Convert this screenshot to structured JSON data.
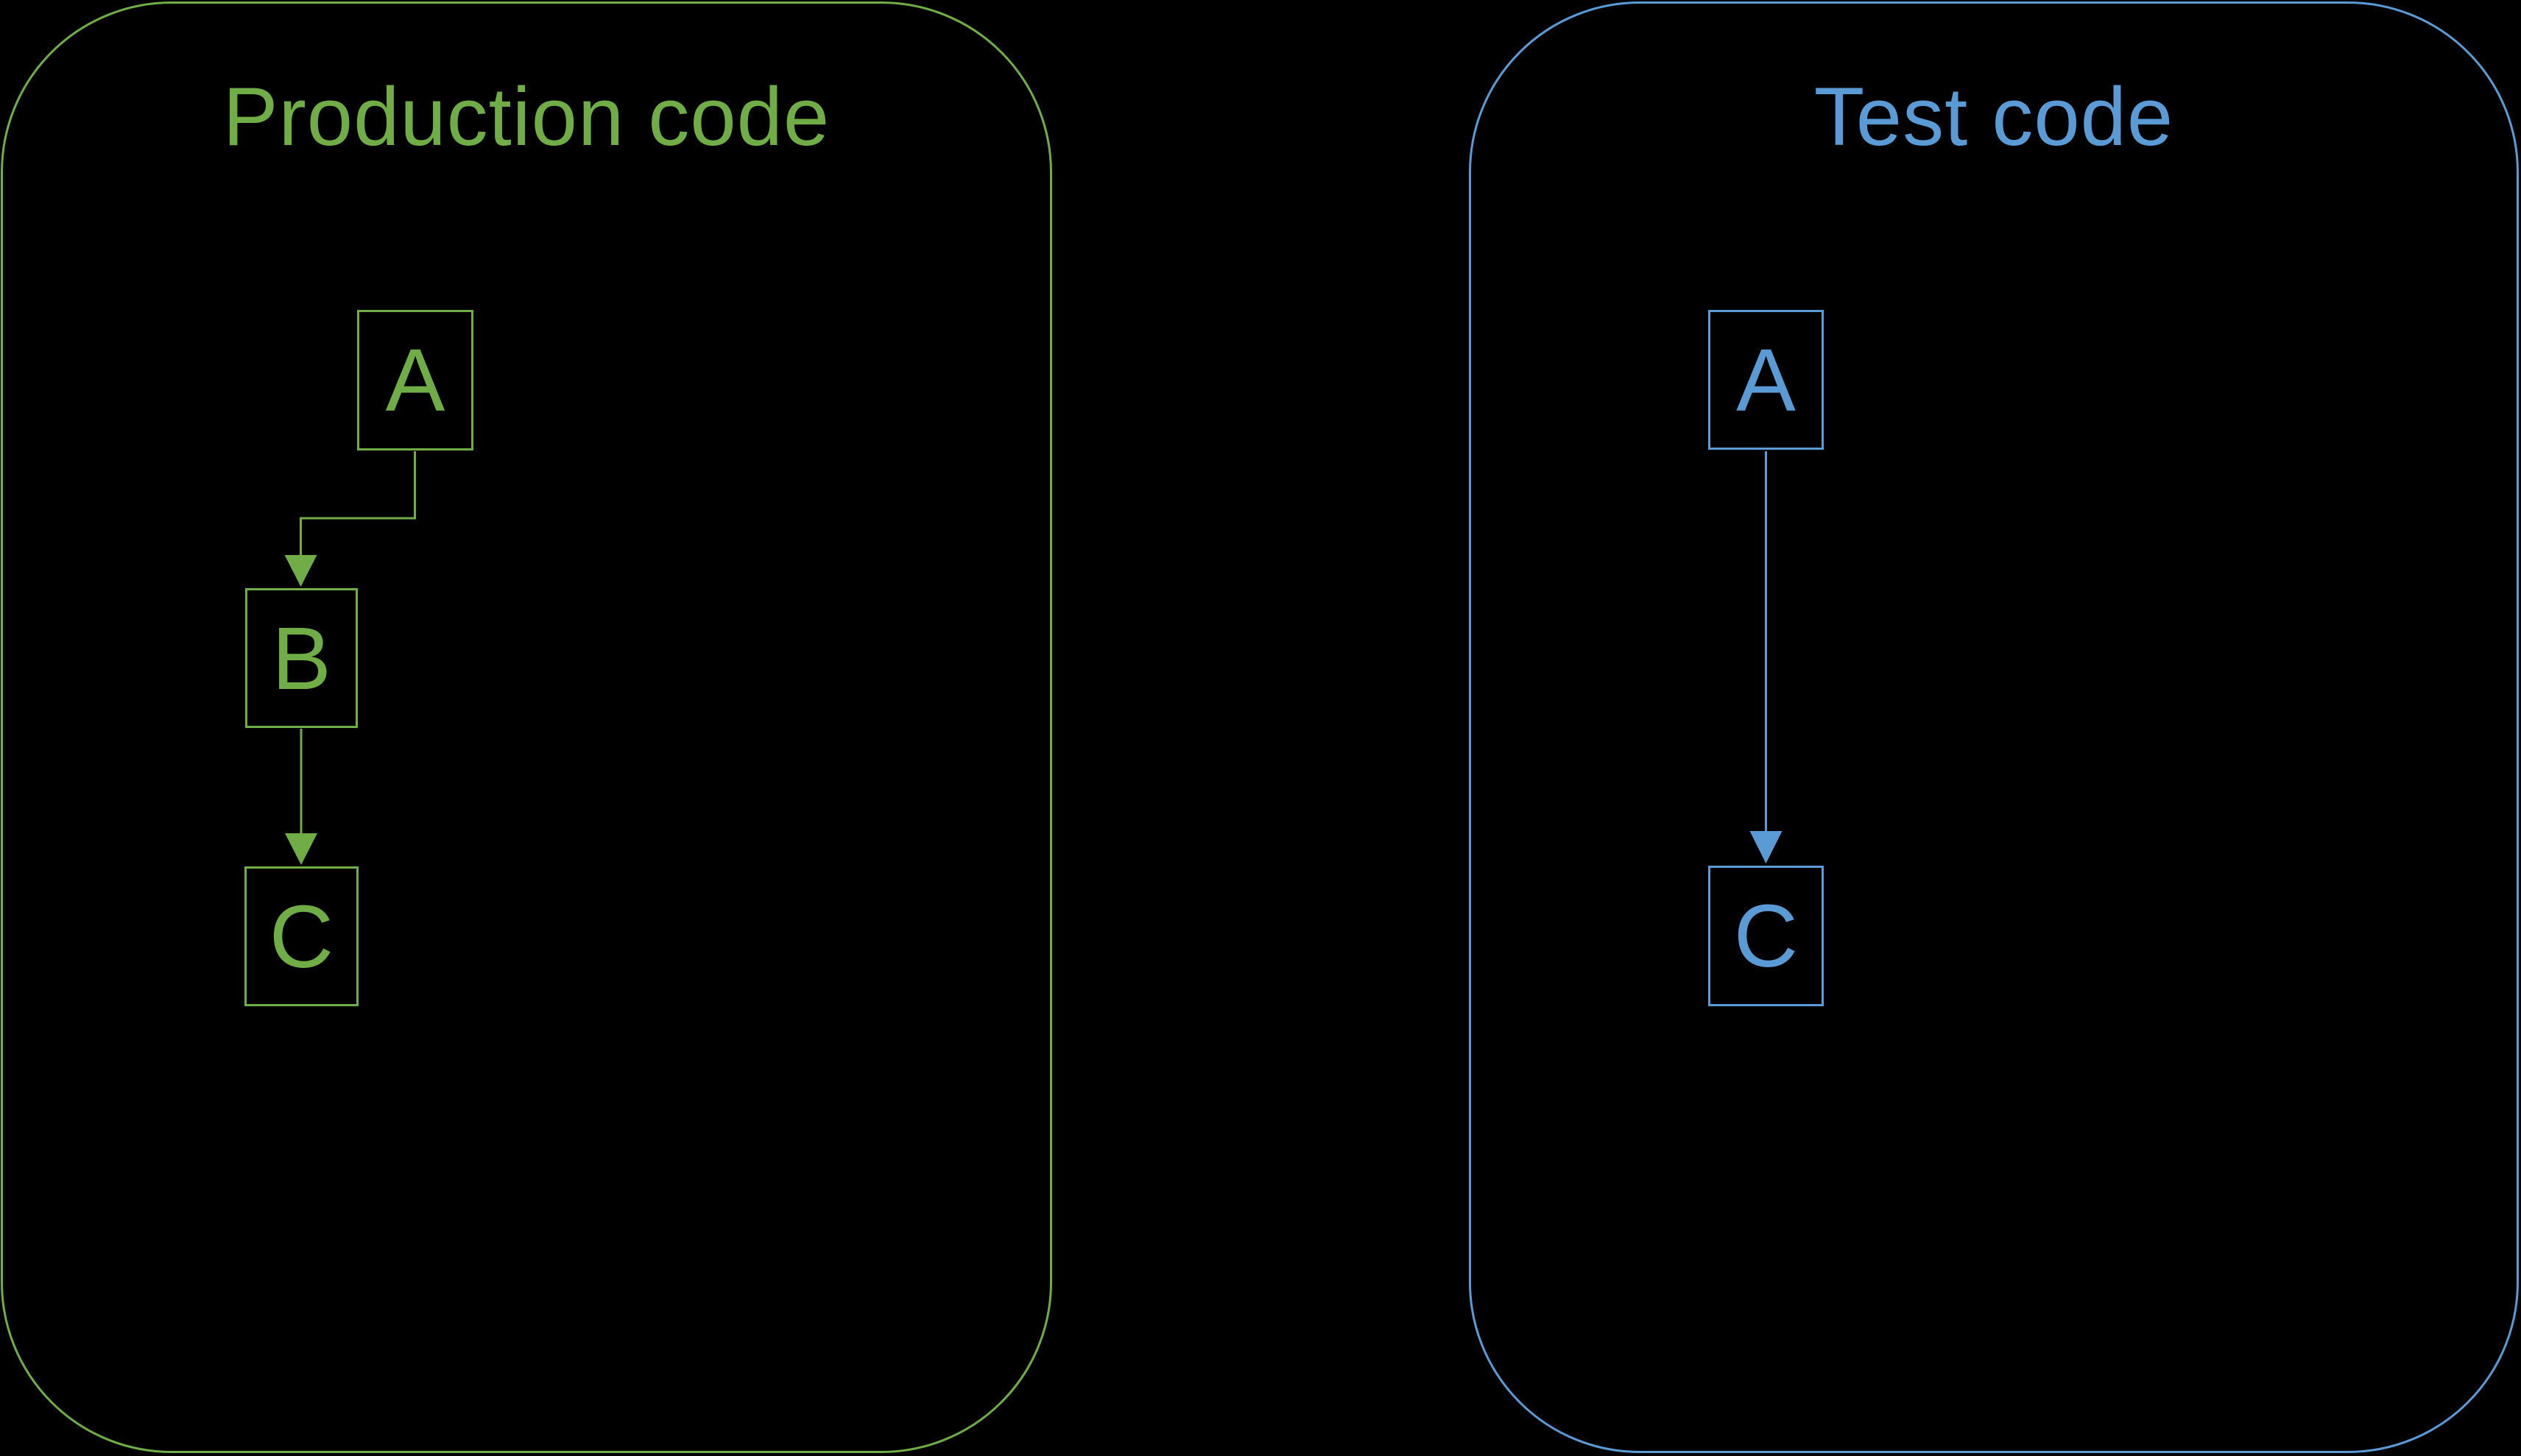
{
  "colors": {
    "background": "#000000",
    "production_green": "#70AD47",
    "test_blue": "#5B9BD5"
  },
  "production": {
    "title": "Production code",
    "nodes": {
      "a": "A",
      "b": "B",
      "c": "C"
    },
    "edges": [
      {
        "from": "A",
        "to": "B",
        "style": "elbow-arrow"
      },
      {
        "from": "B",
        "to": "C",
        "style": "straight-arrow"
      }
    ]
  },
  "test": {
    "title": "Test code",
    "nodes": {
      "a": "A",
      "c": "C"
    },
    "edges": [
      {
        "from": "A",
        "to": "C",
        "style": "straight-arrow"
      }
    ]
  }
}
